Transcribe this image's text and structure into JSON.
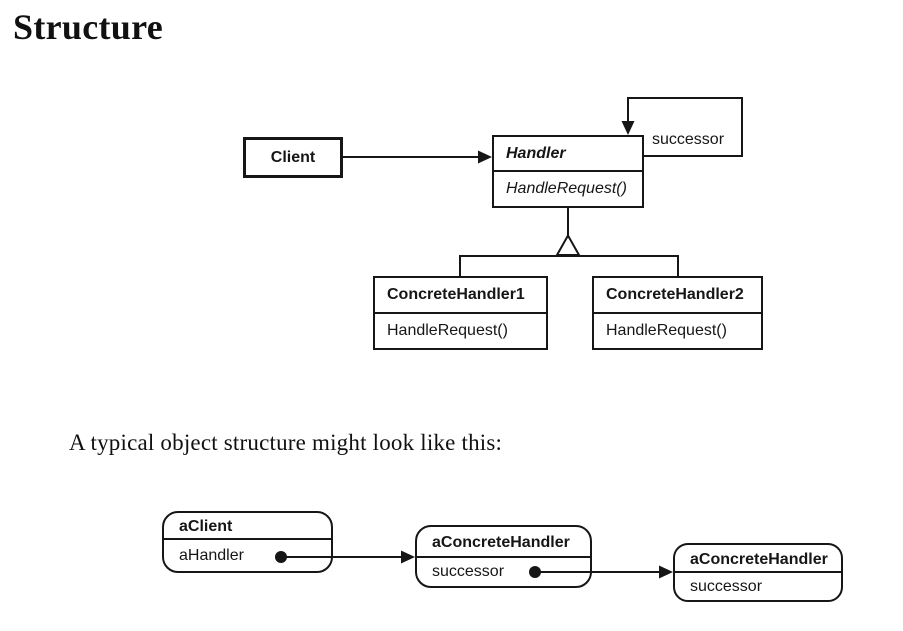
{
  "page": {
    "heading": "Structure",
    "caption": "A typical object structure might look like this:"
  },
  "class_diagram": {
    "client": {
      "name": "Client"
    },
    "handler": {
      "name": "Handler",
      "method": "HandleRequest()"
    },
    "successor_label": "successor",
    "concrete_handler_1": {
      "name": "ConcreteHandler1",
      "method": "HandleRequest()"
    },
    "concrete_handler_2": {
      "name": "ConcreteHandler2",
      "method": "HandleRequest()"
    }
  },
  "object_diagram": {
    "a_client": {
      "name": "aClient",
      "field": "aHandler"
    },
    "a_concrete_handler_1": {
      "name": "aConcreteHandler",
      "field": "successor"
    },
    "a_concrete_handler_2": {
      "name": "aConcreteHandler",
      "field": "successor"
    }
  },
  "colors": {
    "ink": "#161616",
    "paper": "#ffffff"
  }
}
